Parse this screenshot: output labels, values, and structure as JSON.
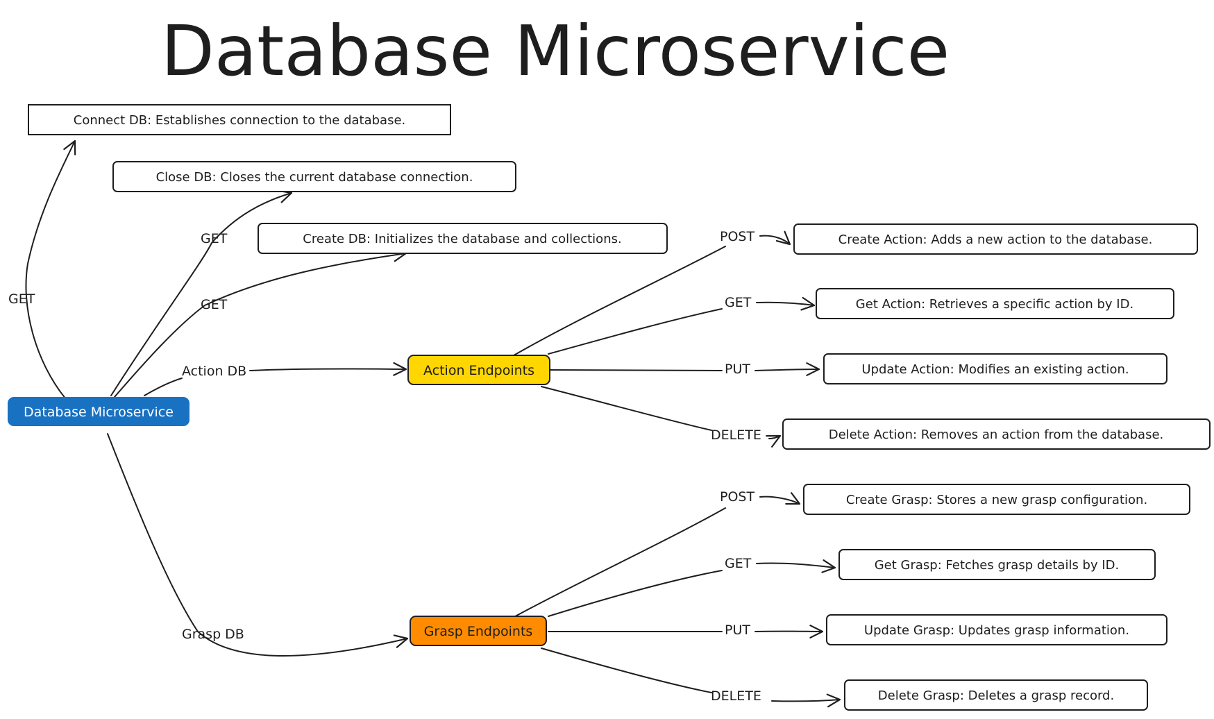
{
  "title": "Database Microservice",
  "nodes": {
    "root": "Database Microservice",
    "action_endpoints": "Action Endpoints",
    "grasp_endpoints": "Grasp Endpoints",
    "connect_db": "Connect DB: Establishes connection to the database.",
    "close_db": "Close DB: Closes the current database connection.",
    "create_db": "Create DB: Initializes the database and collections.",
    "create_action": "Create Action: Adds a new action to the database.",
    "get_action": "Get Action: Retrieves a specific action by ID.",
    "update_action": "Update Action: Modifies an existing action.",
    "delete_action": "Delete Action: Removes an action from the database.",
    "create_grasp": "Create Grasp: Stores a new grasp configuration.",
    "get_grasp": "Get Grasp: Fetches grasp details by ID.",
    "update_grasp": "Update Grasp: Updates grasp information.",
    "delete_grasp": "Delete Grasp: Deletes a grasp record."
  },
  "edges": {
    "connect": "GET",
    "close": "GET",
    "create": "GET",
    "action_db": "Action DB",
    "grasp_db": "Grasp DB",
    "action_post": "POST",
    "action_get": "GET",
    "action_put": "PUT",
    "action_delete": "DELETE",
    "grasp_post": "POST",
    "grasp_get": "GET",
    "grasp_put": "PUT",
    "grasp_delete": "DELETE"
  },
  "colors": {
    "root_fill": "#1971c2",
    "action_fill": "#ffd600",
    "grasp_fill": "#ff8c00",
    "stroke": "#1e1e1e"
  }
}
